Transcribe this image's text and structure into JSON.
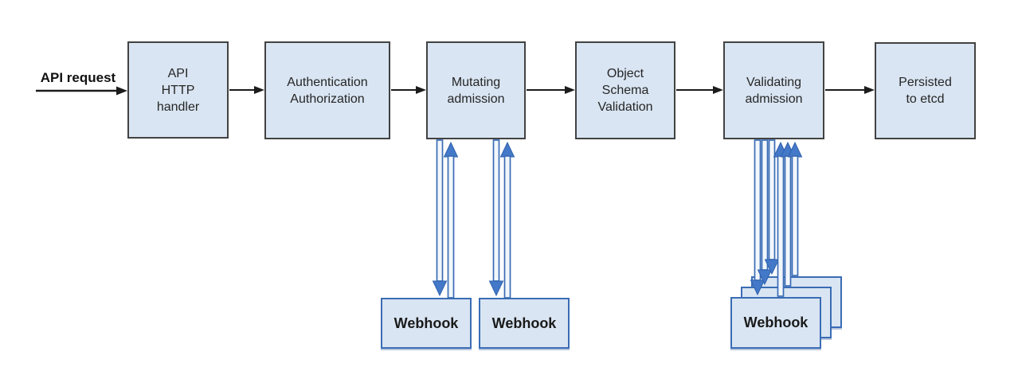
{
  "diagram": {
    "request_label": "API request",
    "pipeline": [
      {
        "label": "API\nHTTP\nhandler"
      },
      {
        "label": "Authentication\nAuthorization"
      },
      {
        "label": "Mutating\nadmission"
      },
      {
        "label": "Object\nSchema\nValidation"
      },
      {
        "label": "Validating\nadmission"
      },
      {
        "label": "Persisted\nto etcd"
      }
    ],
    "webhooks": {
      "mutating": [
        {
          "label": "Webhook"
        },
        {
          "label": "Webhook"
        }
      ],
      "validating": {
        "front_label": "Webhook",
        "stacked_count": 3
      }
    },
    "colors": {
      "node_fill": "#d9e5f2",
      "node_border_dark": "#424242",
      "webhook_border_blue": "#3a6cb5",
      "arrow_blue": "#4478c8",
      "arrow_black": "#1c1c1c",
      "background": "#ffffff"
    }
  }
}
